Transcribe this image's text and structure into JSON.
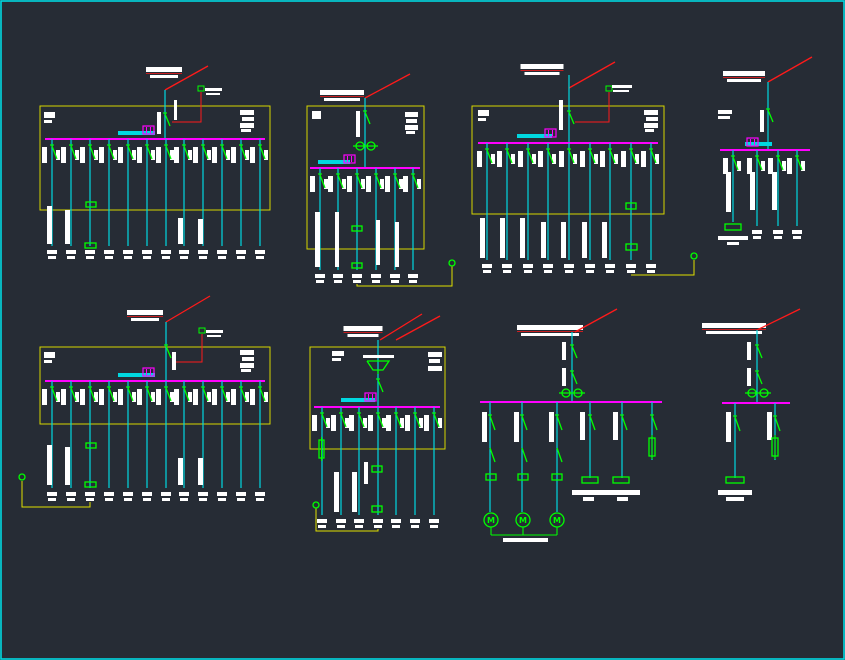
{
  "canvas": {
    "background": "#262c35",
    "border_color": "#00d8e0"
  },
  "colors": {
    "frame": "#d6d600",
    "busbar": "#ff00ff",
    "feeder": "#00d8e0",
    "switch": "#00ff00",
    "incoming": "#ff1a1a",
    "label_block": "#ffffff",
    "control_wire": "#e0e000"
  },
  "icons": {
    "motor": "motor-icon",
    "breaker": "breaker-icon",
    "isolator": "isolator-icon",
    "fuse": "fuse-icon",
    "terminal": "terminal-icon"
  },
  "motors": [
    {
      "label": "M"
    },
    {
      "label": "M"
    },
    {
      "label": "M"
    }
  ]
}
